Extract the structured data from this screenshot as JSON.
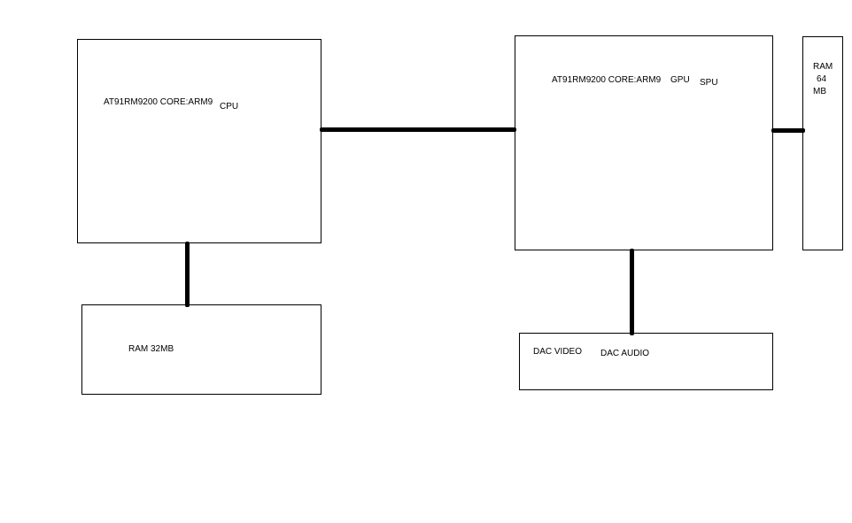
{
  "cpu_block": {
    "label": "AT91RM9200 CORE:ARM9",
    "role": "CPU"
  },
  "ram_cpu_block": {
    "label": "RAM 32MB"
  },
  "gpu_block": {
    "label": "AT91RM9200 CORE:ARM9",
    "role_gpu": "GPU",
    "role_spu": "SPU"
  },
  "ram_gpu_block": {
    "line1": "RAM",
    "line2": "64",
    "line3": "MB"
  },
  "dac_block": {
    "video": "DAC VIDEO",
    "audio": "DAC AUDIO"
  },
  "colors": {
    "line": "#000000",
    "background": "#ffffff"
  }
}
